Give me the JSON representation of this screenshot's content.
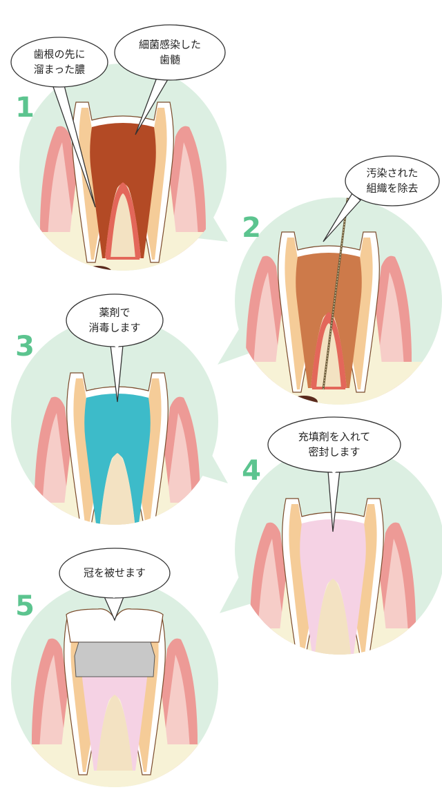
{
  "colors": {
    "circle_bg": "#dcefe2",
    "step_number": "#5cc48f",
    "bone": "#f7f2d6",
    "gum_outer": "#ed9a96",
    "gum_inner": "#f6cdc8",
    "enamel": "#ffffff",
    "dentin": "#f5cc98",
    "dentin_inner": "#f3e2c2",
    "pulp_infected": "#b34a25",
    "pulp_red": "#e3675a",
    "medicine": "#3dbbc9",
    "filling": "#f5d2e4",
    "crown_core": "#c8c8c8",
    "pus": "#5a2a1c",
    "file_handle": "#1f5fb0"
  },
  "steps": [
    {
      "number": "1",
      "labels": [
        {
          "lines": [
            "歯根の先に",
            "溜まった膿"
          ]
        },
        {
          "lines": [
            "細菌感染した",
            "歯髄"
          ]
        }
      ]
    },
    {
      "number": "2",
      "labels": [
        {
          "lines": [
            "汚染された",
            "組織を除去"
          ]
        }
      ]
    },
    {
      "number": "3",
      "labels": [
        {
          "lines": [
            "薬剤で",
            "消毒します"
          ]
        }
      ]
    },
    {
      "number": "4",
      "labels": [
        {
          "lines": [
            "充填剤を入れて",
            "密封します"
          ]
        }
      ]
    },
    {
      "number": "5",
      "labels": [
        {
          "lines": [
            "冠を被せます"
          ]
        }
      ]
    }
  ]
}
